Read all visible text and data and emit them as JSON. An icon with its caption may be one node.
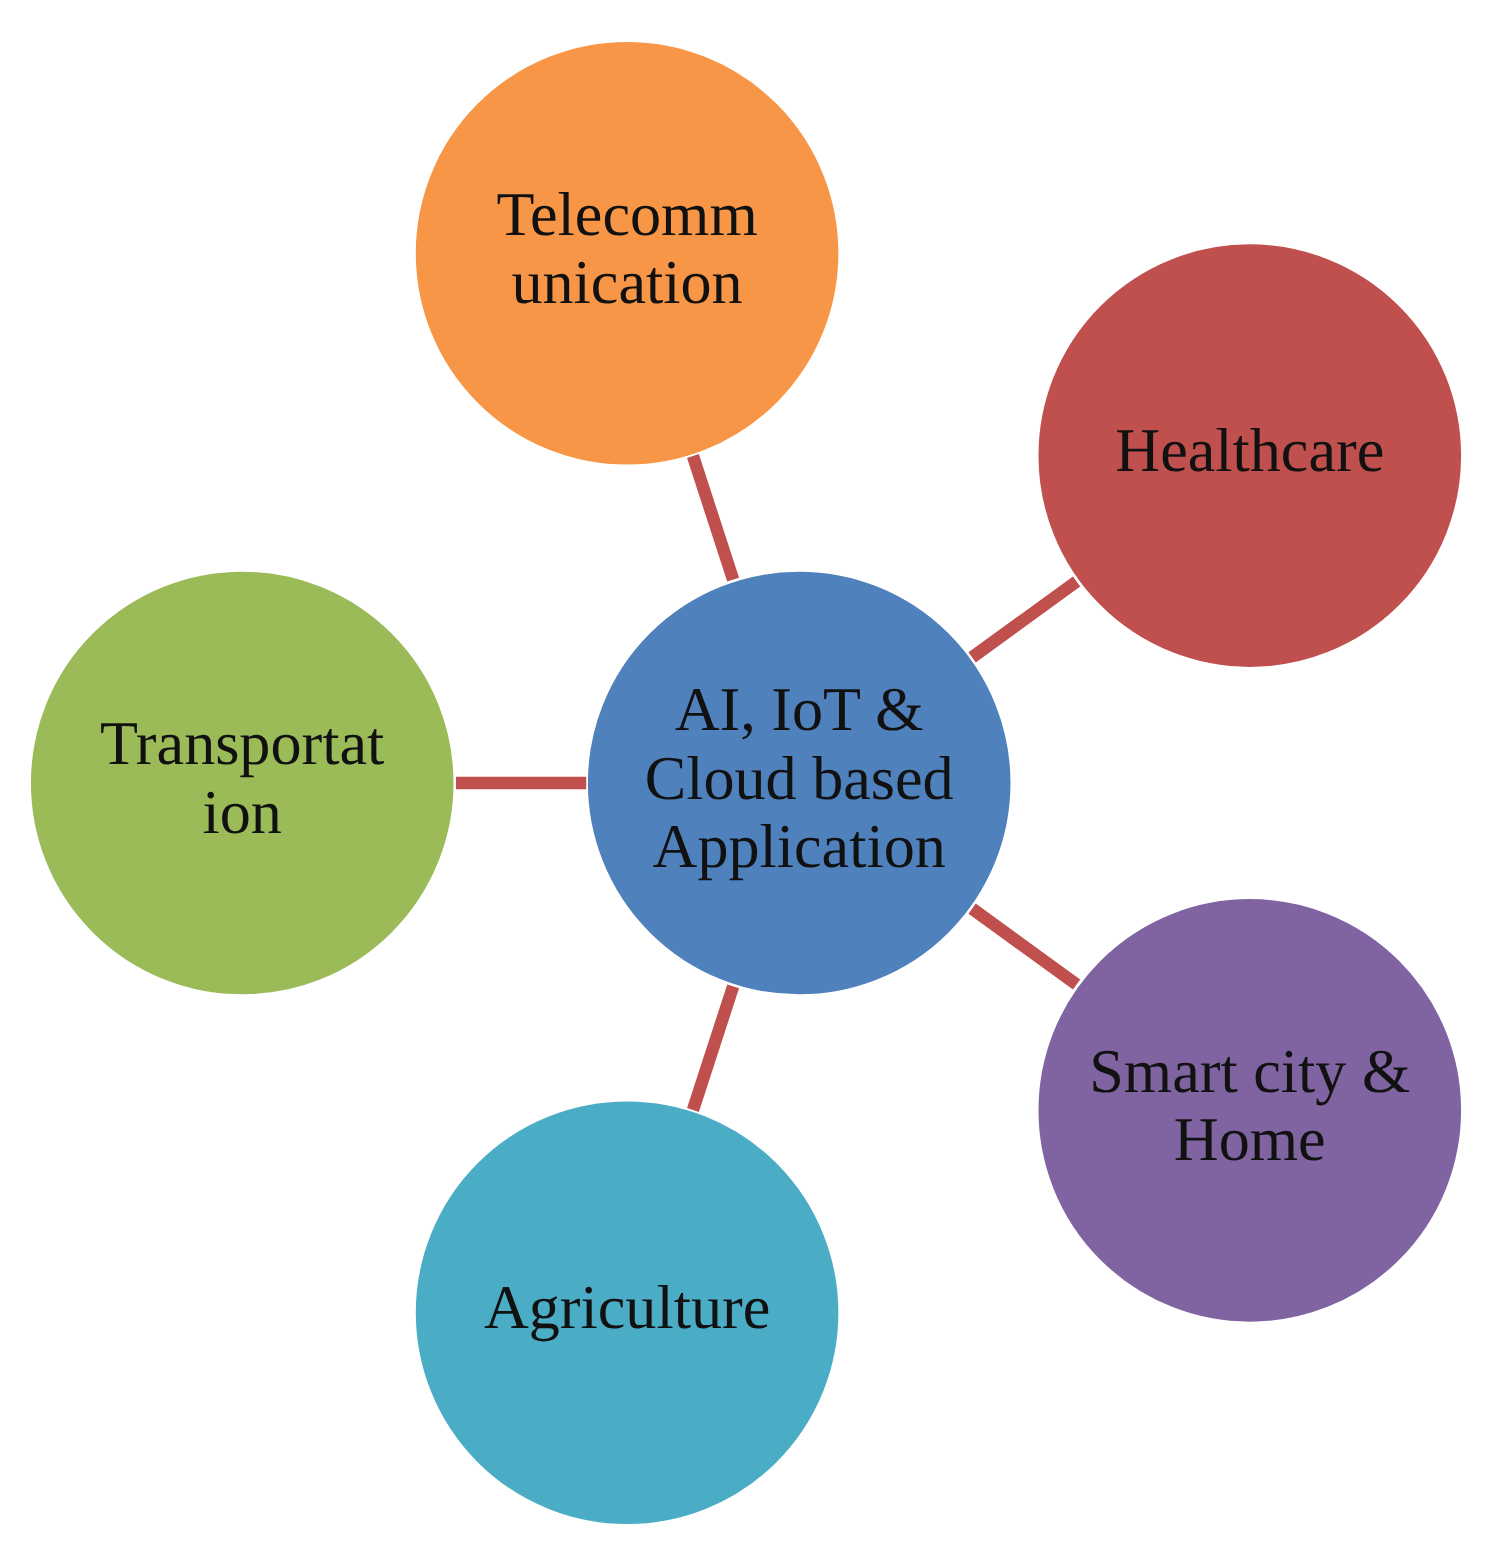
{
  "diagram": {
    "nodes": [
      {
        "text": [
          "Healthcare"
        ]
      },
      {
        "text": [
          "Telecomm unication"
        ]
      },
      {
        "text": [
          "Transportat ion"
        ]
      },
      {
        "text": [
          "AI, IoT & Cloud based Application"
        ]
      },
      {
        "text": [
          "Agriculture"
        ]
      },
      {
        "text": [
          "Smart city & Home"
        ]
      }
    ],
    "edges": [
      {
        "from": 3,
        "to": 0,
        "arrow": "none"
      },
      {
        "from": 3,
        "to": 2,
        "arrow": "none"
      },
      {
        "from": 3,
        "to": 5,
        "arrow": "none"
      },
      {
        "from": 3,
        "to": 4,
        "arrow": "none"
      },
      {
        "from": 3,
        "to": 1,
        "arrow": "none"
      }
    ]
  }
}
